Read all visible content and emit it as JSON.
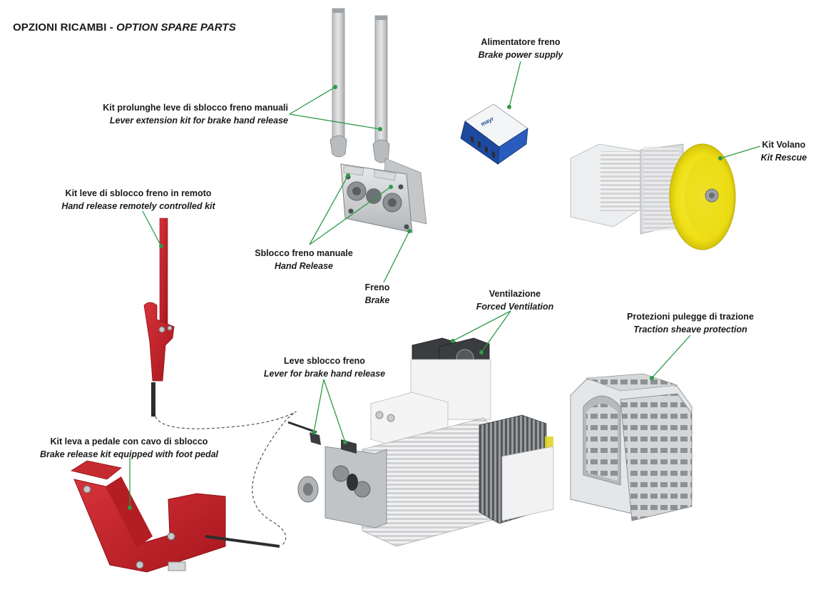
{
  "title": {
    "italian": "OPZIONI RICAMBI - ",
    "english": "OPTION SPARE PARTS"
  },
  "callouts": [
    {
      "id": "lever-extension",
      "it": "Kit prolunghe leve di sblocco freno manuali",
      "en": "Lever extension kit for brake hand release"
    },
    {
      "id": "brake-power-supply",
      "it": "Alimentatore freno",
      "en": "Brake power supply"
    },
    {
      "id": "kit-rescue",
      "it": "Kit Volano",
      "en": "Kit Rescue"
    },
    {
      "id": "remote-release",
      "it": "Kit leve di sblocco freno in remoto",
      "en": "Hand release remotely controlled kit"
    },
    {
      "id": "hand-release",
      "it": "Sblocco freno manuale",
      "en": "Hand Release"
    },
    {
      "id": "brake",
      "it": "Freno",
      "en": "Brake"
    },
    {
      "id": "forced-ventilation",
      "it": "Ventilazione",
      "en": "Forced Ventilation"
    },
    {
      "id": "sheave-protection",
      "it": "Protezioni pulegge di trazione",
      "en": "Traction sheave protection"
    },
    {
      "id": "lever-brake-release",
      "it": "Leve sblocco freno",
      "en": "Lever for brake hand release"
    },
    {
      "id": "foot-pedal",
      "it": "Kit leva a pedale con cavo di sblocco",
      "en": "Brake release kit equipped with foot pedal"
    }
  ],
  "device_text": {
    "brand": "mayr"
  },
  "colors": {
    "leader_line": "#2e9a48",
    "red_part": "#c8232b",
    "yellow_flywheel": "#f2e316",
    "blue_module": "#1f4fa8",
    "metal": "#c9cbcd"
  }
}
